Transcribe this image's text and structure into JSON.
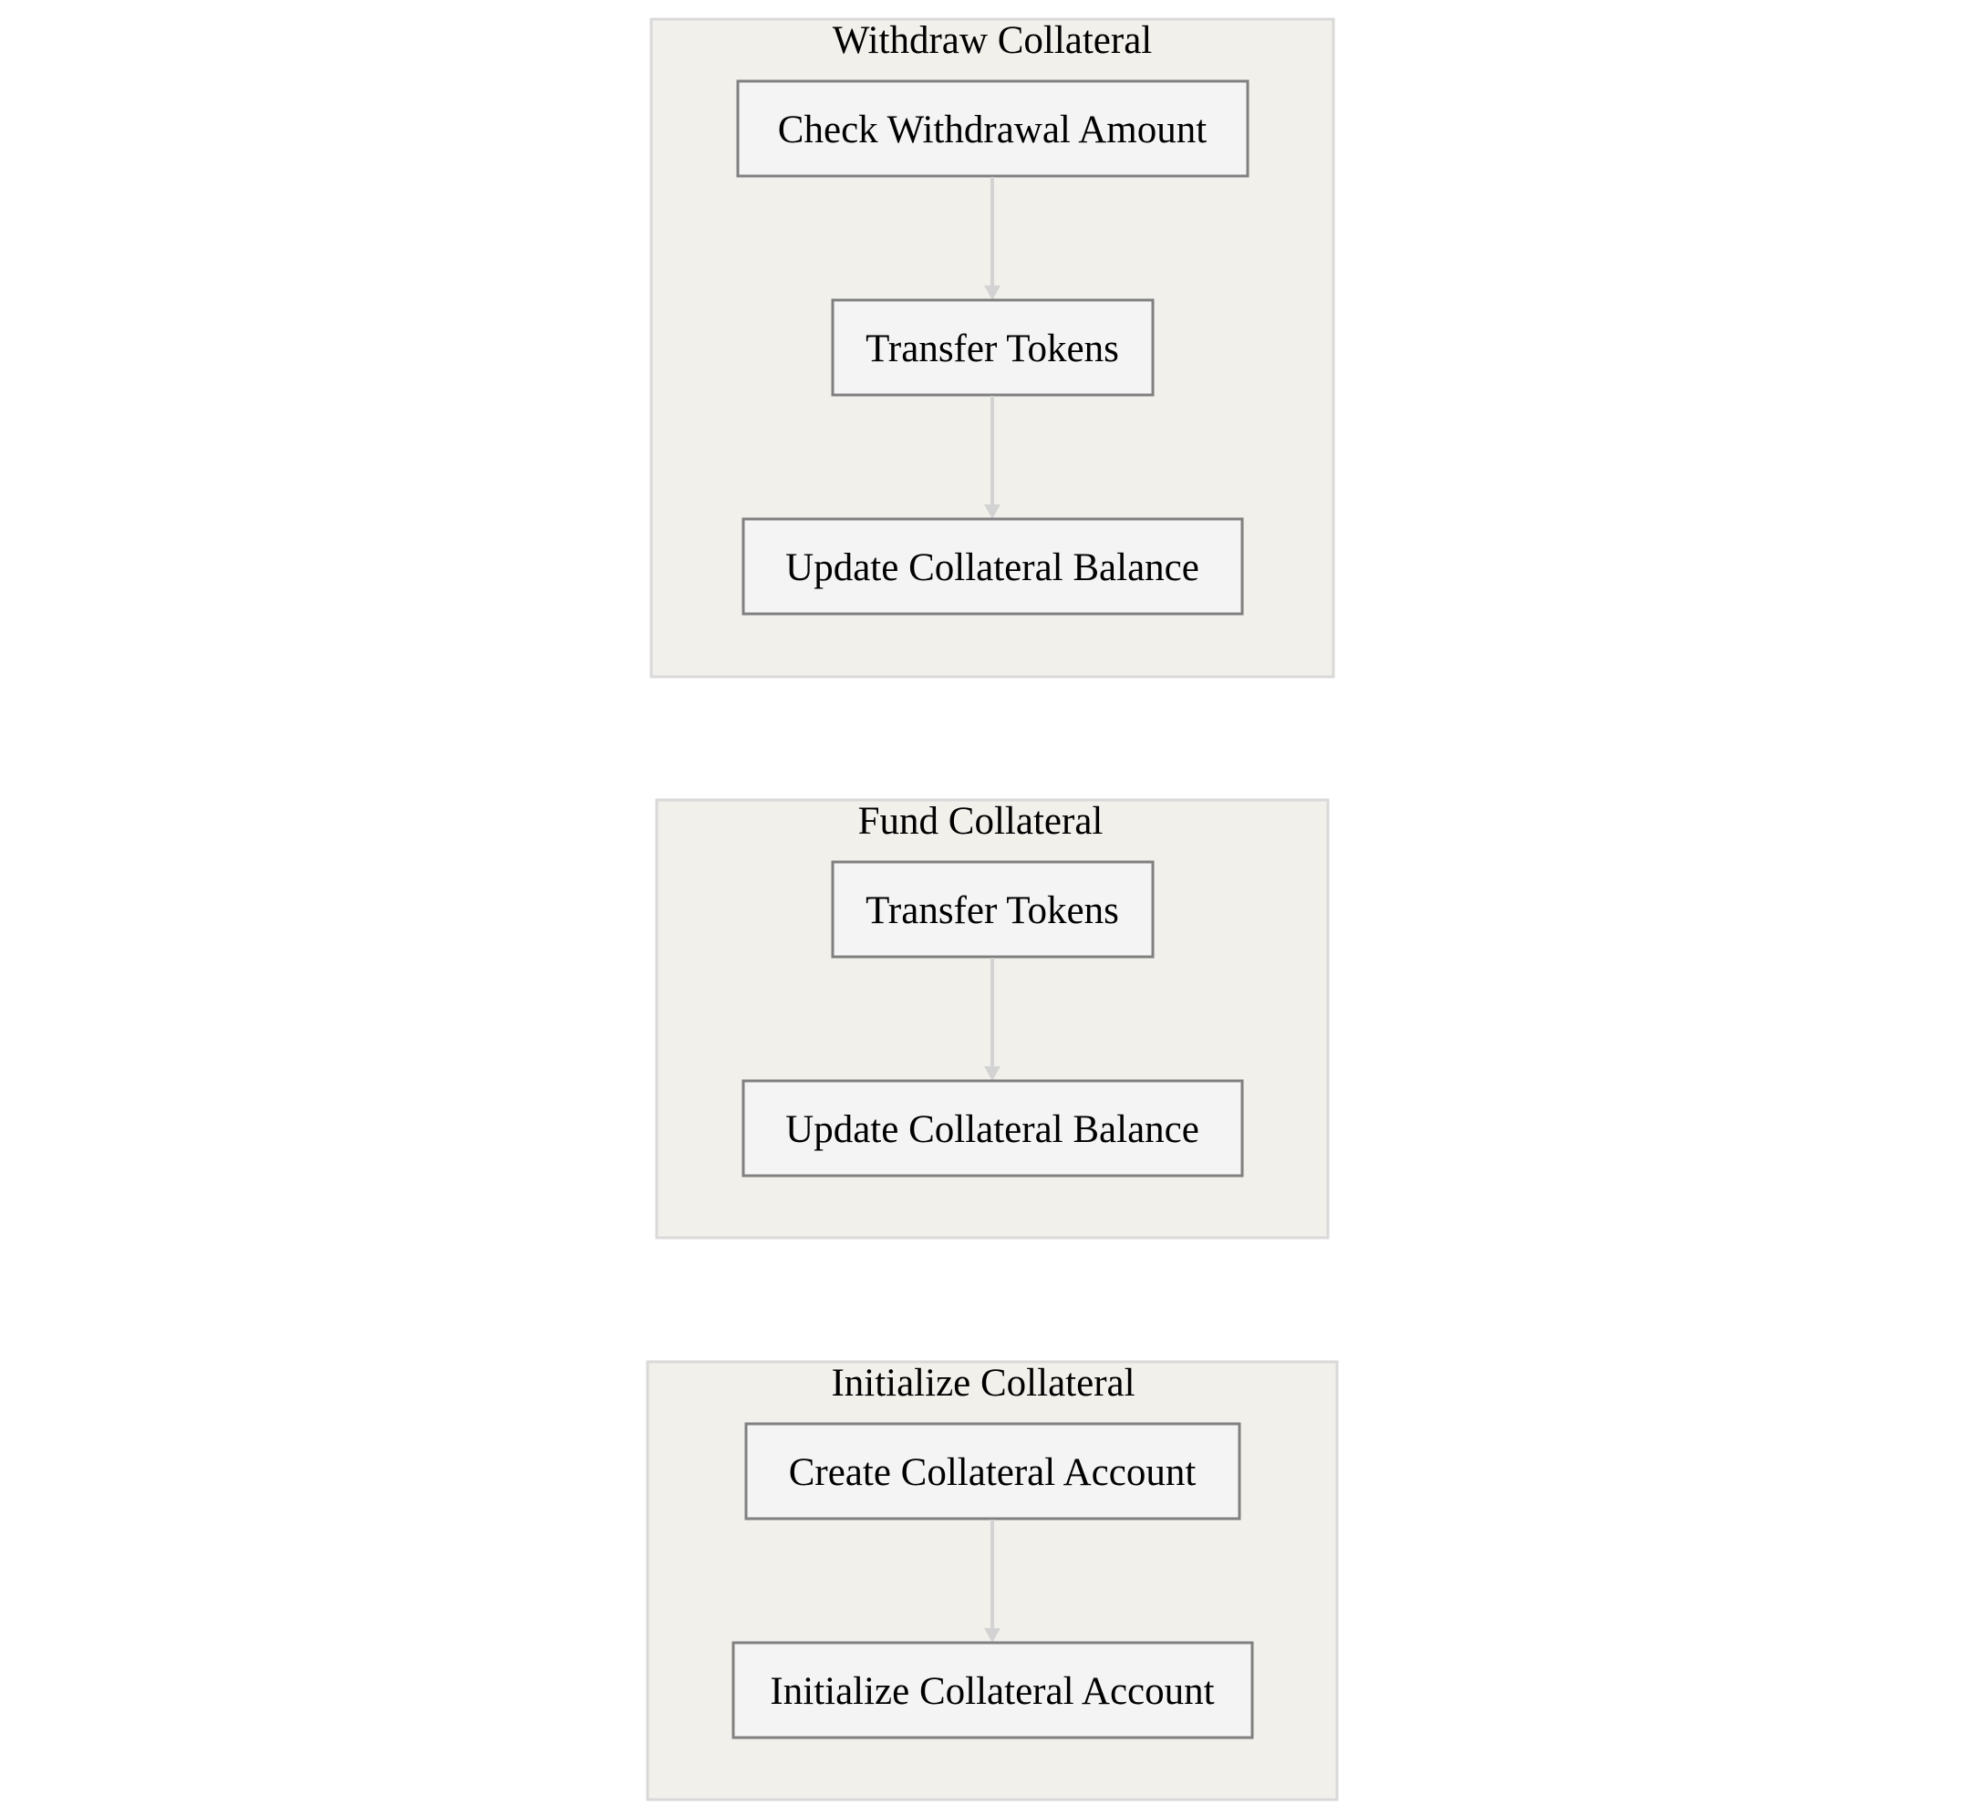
{
  "diagram": {
    "clusters": [
      {
        "title": "Withdraw Collateral",
        "nodes": [
          {
            "label": "Check Withdrawal Amount"
          },
          {
            "label": "Transfer Tokens"
          },
          {
            "label": "Update Collateral Balance"
          }
        ],
        "edges": [
          {
            "from": "Check Withdrawal Amount",
            "to": "Transfer Tokens"
          },
          {
            "from": "Transfer Tokens",
            "to": "Update Collateral Balance"
          }
        ]
      },
      {
        "title": "Fund Collateral",
        "nodes": [
          {
            "label": "Transfer Tokens"
          },
          {
            "label": "Update Collateral Balance"
          }
        ],
        "edges": [
          {
            "from": "Transfer Tokens",
            "to": "Update Collateral Balance"
          }
        ]
      },
      {
        "title": "Initialize Collateral",
        "nodes": [
          {
            "label": "Create Collateral Account"
          },
          {
            "label": "Initialize Collateral Account"
          }
        ],
        "edges": [
          {
            "from": "Create Collateral Account",
            "to": "Initialize Collateral Account"
          }
        ]
      }
    ]
  },
  "colors": {
    "cluster_fill": "#f2f0eb",
    "cluster_border": "#d9d9d9",
    "node_fill": "#f4f4f4",
    "node_border": "#808080",
    "edge": "#d3d3d3"
  }
}
